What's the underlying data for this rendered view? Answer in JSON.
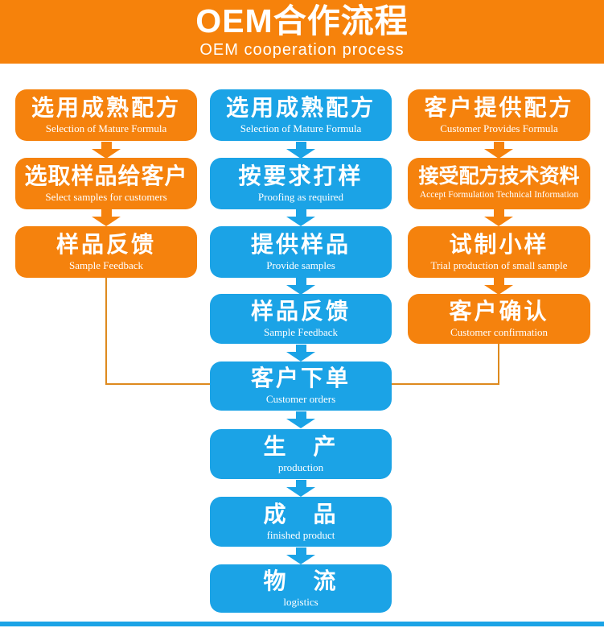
{
  "header": {
    "title": "OEM合作流程",
    "subtitle": "OEM cooperation process"
  },
  "colors": {
    "header_bg": "#F6820B",
    "orange_box": "#F5820D",
    "blue_box": "#1BA3E6",
    "connector_line": "#DE8A1E",
    "bottom_bar": "#1BA3E6",
    "text": "#FFFFFF"
  },
  "columns": [
    {
      "name": "left",
      "color": "orange",
      "steps": [
        {
          "zh": "选用成熟配方",
          "en": "Selection of Mature Formula"
        },
        {
          "zh": "选取样品给客户",
          "en": "Select samples for customers"
        },
        {
          "zh": "样品反馈",
          "en": "Sample Feedback"
        }
      ]
    },
    {
      "name": "middle",
      "color": "blue",
      "steps": [
        {
          "zh": "选用成熟配方",
          "en": "Selection of Mature Formula"
        },
        {
          "zh": "按要求打样",
          "en": "Proofing as required"
        },
        {
          "zh": "提供样品",
          "en": "Provide samples"
        },
        {
          "zh": "样品反馈",
          "en": "Sample Feedback"
        },
        {
          "zh": "客户下单",
          "en": "Customer orders"
        },
        {
          "zh": "生　产",
          "en": "production"
        },
        {
          "zh": "成　品",
          "en": "finished product"
        },
        {
          "zh": "物　流",
          "en": "logistics"
        }
      ]
    },
    {
      "name": "right",
      "color": "orange",
      "steps": [
        {
          "zh": "客户提供配方",
          "en": "Customer Provides Formula"
        },
        {
          "zh": "接受配方技术资料",
          "en": "Accept Formulation Technical Information"
        },
        {
          "zh": "试制小样",
          "en": "Trial production of small sample"
        },
        {
          "zh": "客户确认",
          "en": "Customer confirmation"
        }
      ]
    }
  ]
}
